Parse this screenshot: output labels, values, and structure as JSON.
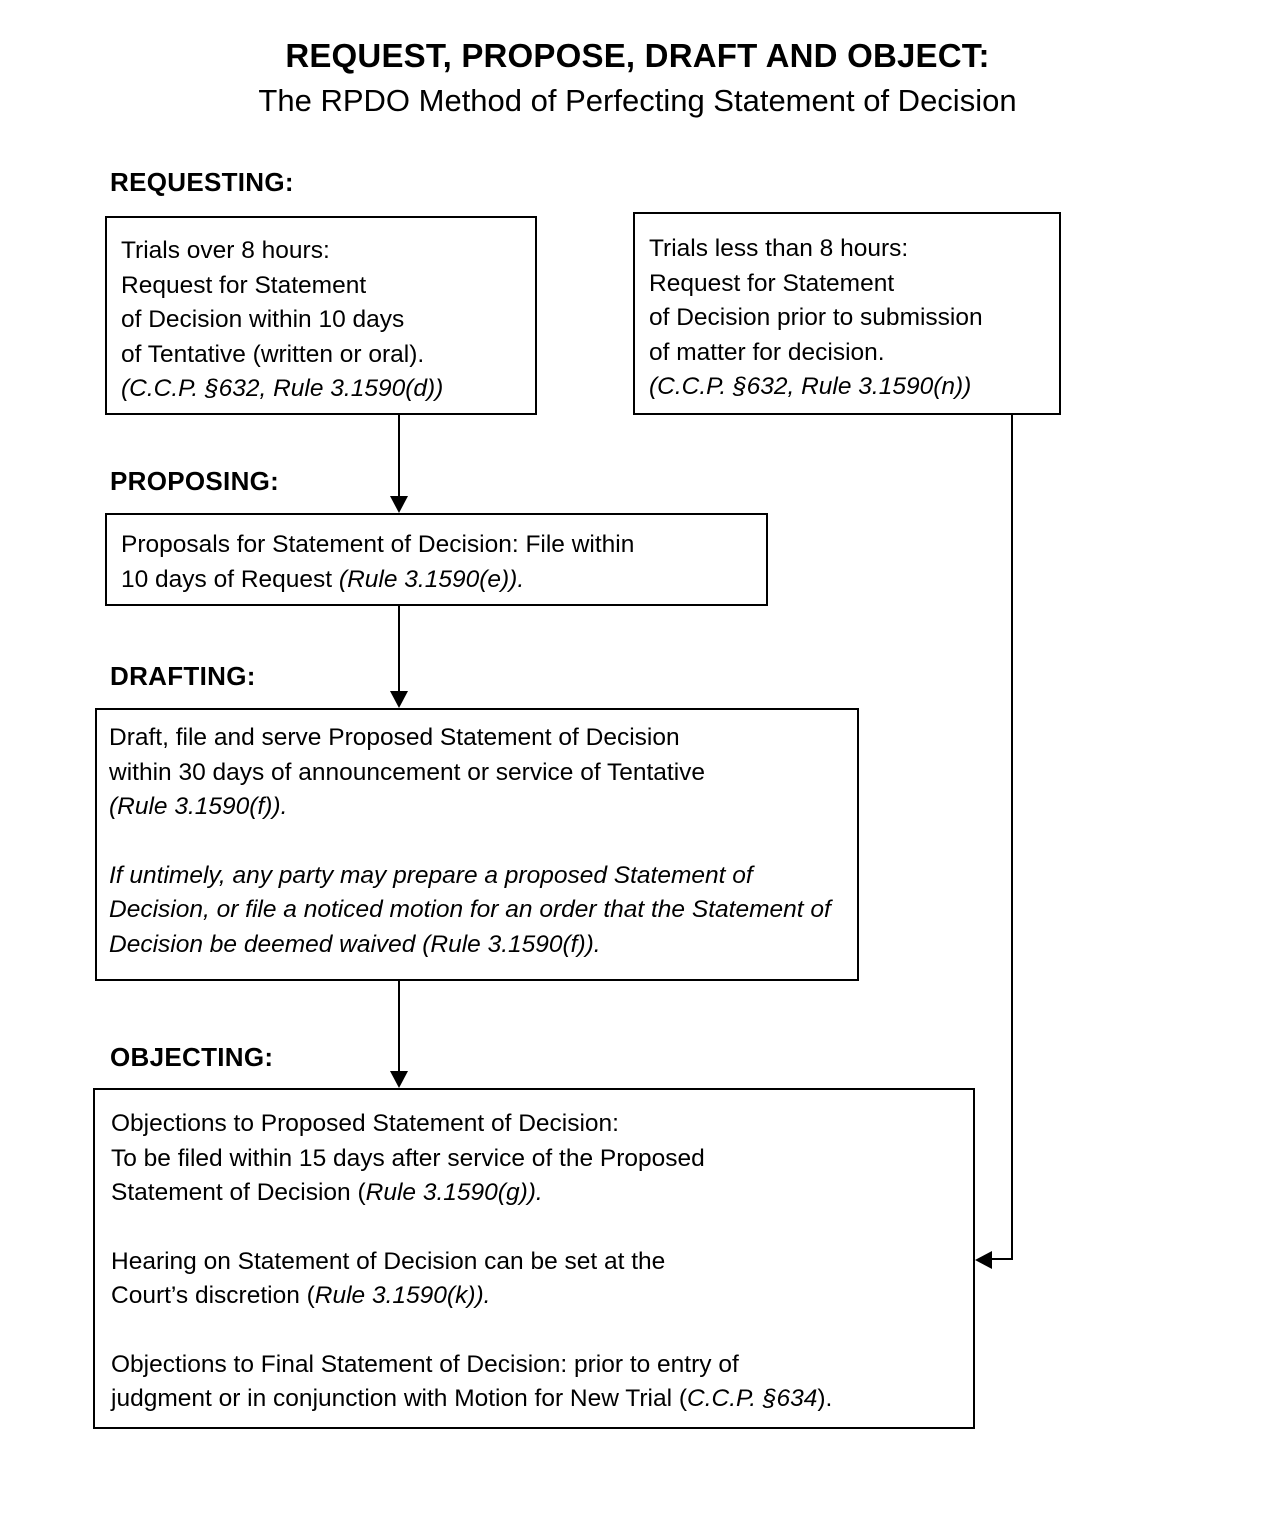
{
  "title": {
    "main": "REQUEST, PROPOSE, DRAFT AND OBJECT:",
    "sub": "The RPDO Method of Perfecting Statement of Decision"
  },
  "sections": [
    {
      "id": "requesting",
      "header": "REQUESTING:"
    },
    {
      "id": "proposing",
      "header": "PROPOSING:"
    },
    {
      "id": "drafting",
      "header": "DRAFTING:"
    },
    {
      "id": "objecting",
      "header": "OBJECTING:"
    }
  ],
  "boxes": {
    "requesting_left": {
      "line1": "Trials over 8 hours:",
      "line2": "Request for Statement",
      "line3": "of Decision within 10 days",
      "line4": "of Tentative (written or oral).",
      "citation": "(C.C.P. §632, Rule 3.1590(d))"
    },
    "requesting_right": {
      "line1": "Trials less than 8 hours:",
      "line2": "Request for Statement",
      "line3": "of Decision prior to submission",
      "line4": "of matter for decision.",
      "citation": "(C.C.P. §632, Rule 3.1590(n))"
    },
    "proposing": {
      "text_part1": "Proposals for Statement of Decision:  File within",
      "text_part2": "10 days of Request ",
      "citation": "(Rule 3.1590(e))."
    },
    "drafting": {
      "p1_part1": "Draft, file and serve Proposed Statement of Decision",
      "p1_part2": "within 30 days of announcement or service of Tentative",
      "p1_citation": "(Rule 3.1590(f)).",
      "p2": "If untimely, any party may prepare a proposed Statement of Decision, or file a noticed motion for an order that the Statement of Decision be deemed waived (Rule 3.1590(f))."
    },
    "objecting": {
      "p1_line1": "Objections to Proposed Statement of Decision:",
      "p1_line2": "To be filed within 15 days after service of the Proposed",
      "p1_line3_pre": "Statement of Decision (",
      "p1_line3_citation": "Rule 3.1590(g)).",
      "p2_line1": "Hearing on Statement of Decision can be set at the",
      "p2_line2_pre": "Court’s discretion (",
      "p2_line2_citation": "Rule 3.1590(k)).",
      "p3_line1": "Objections to Final Statement of Decision:  prior to entry of",
      "p3_line2_pre": "judgment or in conjunction with Motion for New Trial (",
      "p3_line2_citation": "C.C.P. §634",
      "p3_line2_post": ")."
    }
  },
  "connectors": [
    {
      "name": "requesting-left-to-proposing",
      "direction": "down"
    },
    {
      "name": "proposing-to-drafting",
      "direction": "down"
    },
    {
      "name": "drafting-to-objecting",
      "direction": "down"
    },
    {
      "name": "requesting-right-to-objecting",
      "direction": "down-then-left"
    }
  ],
  "colors": {
    "background": "#ffffff",
    "text": "#000000",
    "border": "#000000"
  }
}
